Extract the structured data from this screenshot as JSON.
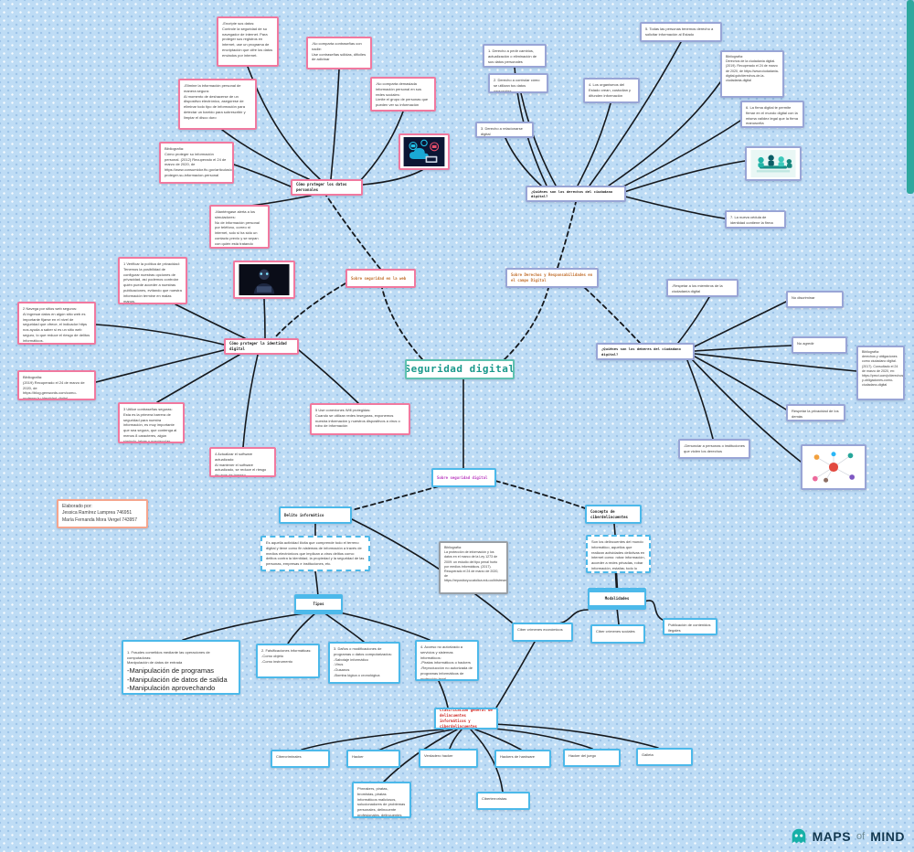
{
  "app": {
    "logo_maps": "MAPS",
    "logo_of": "of",
    "logo_mind": "MIND"
  },
  "colors": {
    "pink_branch": "#f1799f",
    "purple_branch": "#99a5d6",
    "blue_branch": "#4cb9ea",
    "teal_title": "#19988b",
    "orange_text": "#c2702e",
    "magenta_text": "#b93cc0",
    "red_text": "#ce2a26",
    "background": "#bedcf5",
    "logo_teal": "#17b0a8"
  },
  "map": {
    "title": "Seguridad digital",
    "branches": {
      "web": "Sobre seguridad en la web",
      "responsabilidades": "Sobre Derechos y Responsabilidades en el campo Digital",
      "seguridad_digital": "Sobre seguridad digital"
    },
    "datos": {
      "header": "Cómo proteger los datos personales",
      "encripte": "-Encripte sus datos:\nControle la seguridad de su navegador de internet. Para proteger sus registros en internet, use un programa de encriptación que cifre los datos enviados por internet.",
      "contrasenas": "-No comparta contraseñas con nadie:\nUse contraseñas sólidas, difíciles de adivinar",
      "redes": "-No comparta demasiada información personal en sus redes sociales:\nLimite el grupo de personas que pueden ver su información",
      "eliminar": "-Elimine la información personal de manera segura:\nAl momento de deshacerse de un dispositivo electrónico, asegúrese de eliminar todo tipo de información para detectar un barrido para sobrescribir y limpiar el disco duro",
      "bibliografia": "Bibliografía:\nCómo proteger su información personal. (2012) Recuperado el 24 de marzo de 2020, de https://www.consumidor.ftc.gov/articulos/como-proteger-su-informacion-personal",
      "alerta": "-Manténgase alerta a los simuladores:\nNo de información personal por teléfono, correo ni internet, solo si ha sido un contacto previo y se sepan con quién está tratando"
    },
    "identidad": {
      "header": "Cómo proteger la identidad digital",
      "privacidad": "1 Verificar la política de privacidad:\nTenemos la posibilidad de configurar nuestras opciones de privacidad, así podemos controlar quién puede acceder a nuestras publicaciones, evitando que nuestra información termine en malas manos.",
      "sitios": "2 Navega por sitios web seguros:\nAl ingresar datos en algún sitio web es importante fijarse en el nivel de seguridad que ofrece, el indicador https nos ayuda a saber si es un sitio web seguro, lo que reduce el riesgo de delitos informáticos.",
      "bibliografia": "Bibliografía:\n(2019) Recuperado el 24 de marzo de 2020, de https://blog.genwords.com/como-proteger-tu-identidad-digital",
      "contrasenas": "3 Utilice contraseñas seguras:\nEsta es la primera barrera de seguridad para nuestra información, es muy importante que sea segura, que contenga al menos 8 caracteres, algún símbolo, letras y mayúsculas",
      "software": "4 Actualizar el software actualizado:\nAl mantener el software actualizado, se reduce el riesgo de virus de ingreso.",
      "wifi": "5 Use conexiones Wifi protegidas:\nCuando se utilizan redes inseguras, exponemos nuestra información y nuestros dispositivos a virus o robo de información"
    },
    "derechos": {
      "header": "¿Quiénes son los derechos del ciudadano digital?",
      "d1": "1. Derecho a pedir cambios, actualización o eliminación de sus datos personales",
      "d2": "2. Derecho a controlar cómo se utilizan tus datos personales",
      "d3": "3. Derecho a relacionarse digital",
      "d4": "4. Los organismos del Estado crean, custodian y difunden información",
      "d5": "5. Todas las personas tenemos derecho a solicitar información al Estado",
      "bibliografia": "Bibliografía:\nDerechos de la ciudadanía digital. (2019). Recuperado el 24 de marzo de 2020, de https://www.ciudadania-digital.gob/derechos-de-la-ciudadania-digital",
      "d6": "6. La firma digital te permite firmar en el mundo digital con la misma validez legal que la firma manuscrita",
      "d7": "7. La nueva cédula de identidad contiene la firma digital"
    },
    "deberes": {
      "header": "¿Quiénes son los deberes del ciudadano digital?",
      "b1": "-Respetar a los miembros de la ciudadanía digital",
      "b2": "No discriminar",
      "b3": "No agredir",
      "bibliografia": "Bibliografía:\nderechos y obligaciones como ciudadano digital. (2017). Consultado el 24 de marzo de 2020, en: https://prezi.com/p/derechos-y-obligaciones-como-ciudadano-digital",
      "b5": "Respetar la privacidad de los demás",
      "b6": "-Denunciar a personas o instituciones que violen los derechos"
    },
    "delito": {
      "header": "Delito informático",
      "descripcion": "Es aquella actividad ilícita que comprende todo el terreno digital y tiene como fin sistemas de información a través de medios electrónicos que implican a otros delitos como: delitos contra la identidad, la propiedad y la seguridad de las personas, empresas e instituciones, etc.",
      "bibliografia": "Bibliografía:\nLa protección de información y los datos en el marco de la Ley 1273 de 2009: un estudio del tipo penal hurto por medios informáticos. (2017). Recuperado el 24 de marzo de 2020, de https://repository.ucatolica.edu.co/bitstream/handle/delito_informatico_habeas_data.pdf",
      "tipos_label": "Tipos"
    },
    "tipos": {
      "t1_intro": "1. Fraudes cometidos mediante las operaciones de computadoras:\nManipulación de datos de entrada",
      "t1_destacado": "-Manipulación de programas\n-Manipulación de datos de salida\n-Manipulación aprovechando repeticiones automáticas de los",
      "t2": "2. Falsificaciones informáticas:\n-Como objeto\n-Como instrumento",
      "t3": "3. Daños o modificaciones de programas o datos computarizados:\n-Sabotaje informático\n-Virus\n-Gusanos\n-Bomba lógica o cronológica",
      "t4": "4. Acceso no autorizado a servicios y sistemas informáticos:\n-Piratas informáticos o hackers\n-Reproducción no autorizada de programas informáticos de protección legal"
    },
    "concepto": {
      "header": "Concepto de ciberdelincuentes",
      "descripcion": "Son los delincuentes del mundo informático, aquellos que realizan actividades delictivas en internet como: robar información, acceder a redes privadas, robar información, estafas; todo lo relacionado con la ilegalidad.",
      "modalidades_label": "Modalidades"
    },
    "modalidades": {
      "m1": "Ciber crímenes económicos",
      "m2": "Ciber crímenes sociales",
      "m3": "Publicación de contenidos ilegales"
    },
    "clasificacion": {
      "header": "Clasificación general de delincuentes informáticos y ciberdelincuentes",
      "c1": "Cibercriminales",
      "c2": "Hacker",
      "c3": "Verdadero hacker",
      "c4": "Hackers de hardware",
      "c5": "Hacker del juego",
      "c6": "Galleta",
      "c7": "Ciberterroristas",
      "c8": "Phreakers, piratas, bromistas, piratas informáticos maliciosos, solucionadores de problemas personales, delincuente profesionales, delincuentes extremos, ciberpunks, scriptkiddies, hacktivistas, escritores de virus, ..."
    },
    "elaborado": "Elaborado por:\nJessica Ramírez Lamprea 746951\nMaría Fernanda Mora Vergel 743957"
  }
}
